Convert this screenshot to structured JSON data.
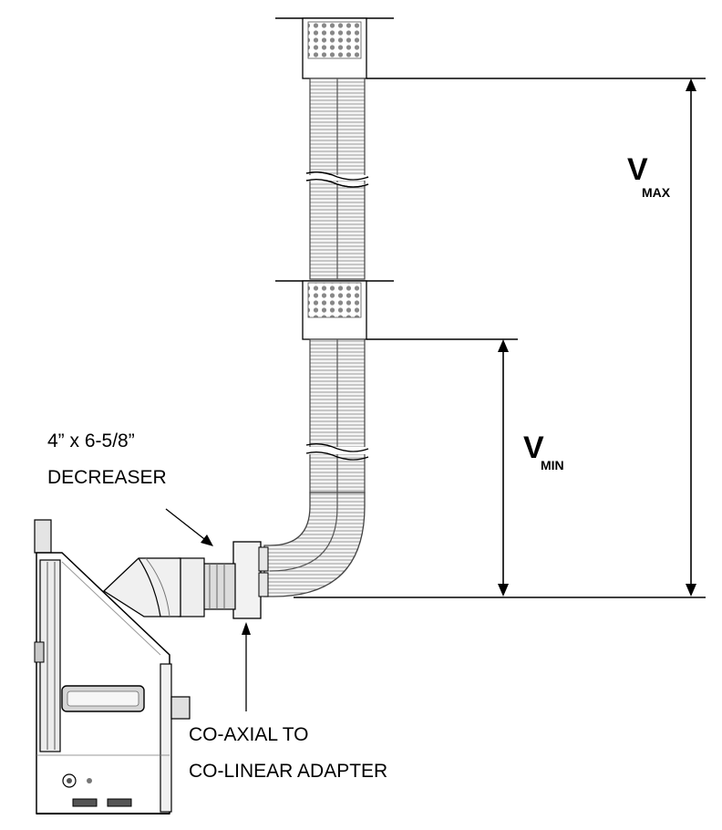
{
  "labels": {
    "vmax_letter": "V",
    "vmax_sub": "MAX",
    "vmin_letter": "V",
    "vmin_sub": "MIN",
    "decreaser_line1": "4” x 6-5/8”",
    "decreaser_line2": "DECREASER",
    "adapter_line1": "CO-AXIAL TO",
    "adapter_line2": "CO-LINEAR ADAPTER"
  },
  "colors": {
    "line": "#000000",
    "metal_light": "#e8e8e8",
    "metal_mid": "#c8c8c8",
    "metal_dark": "#555555",
    "grille": "#888888"
  }
}
